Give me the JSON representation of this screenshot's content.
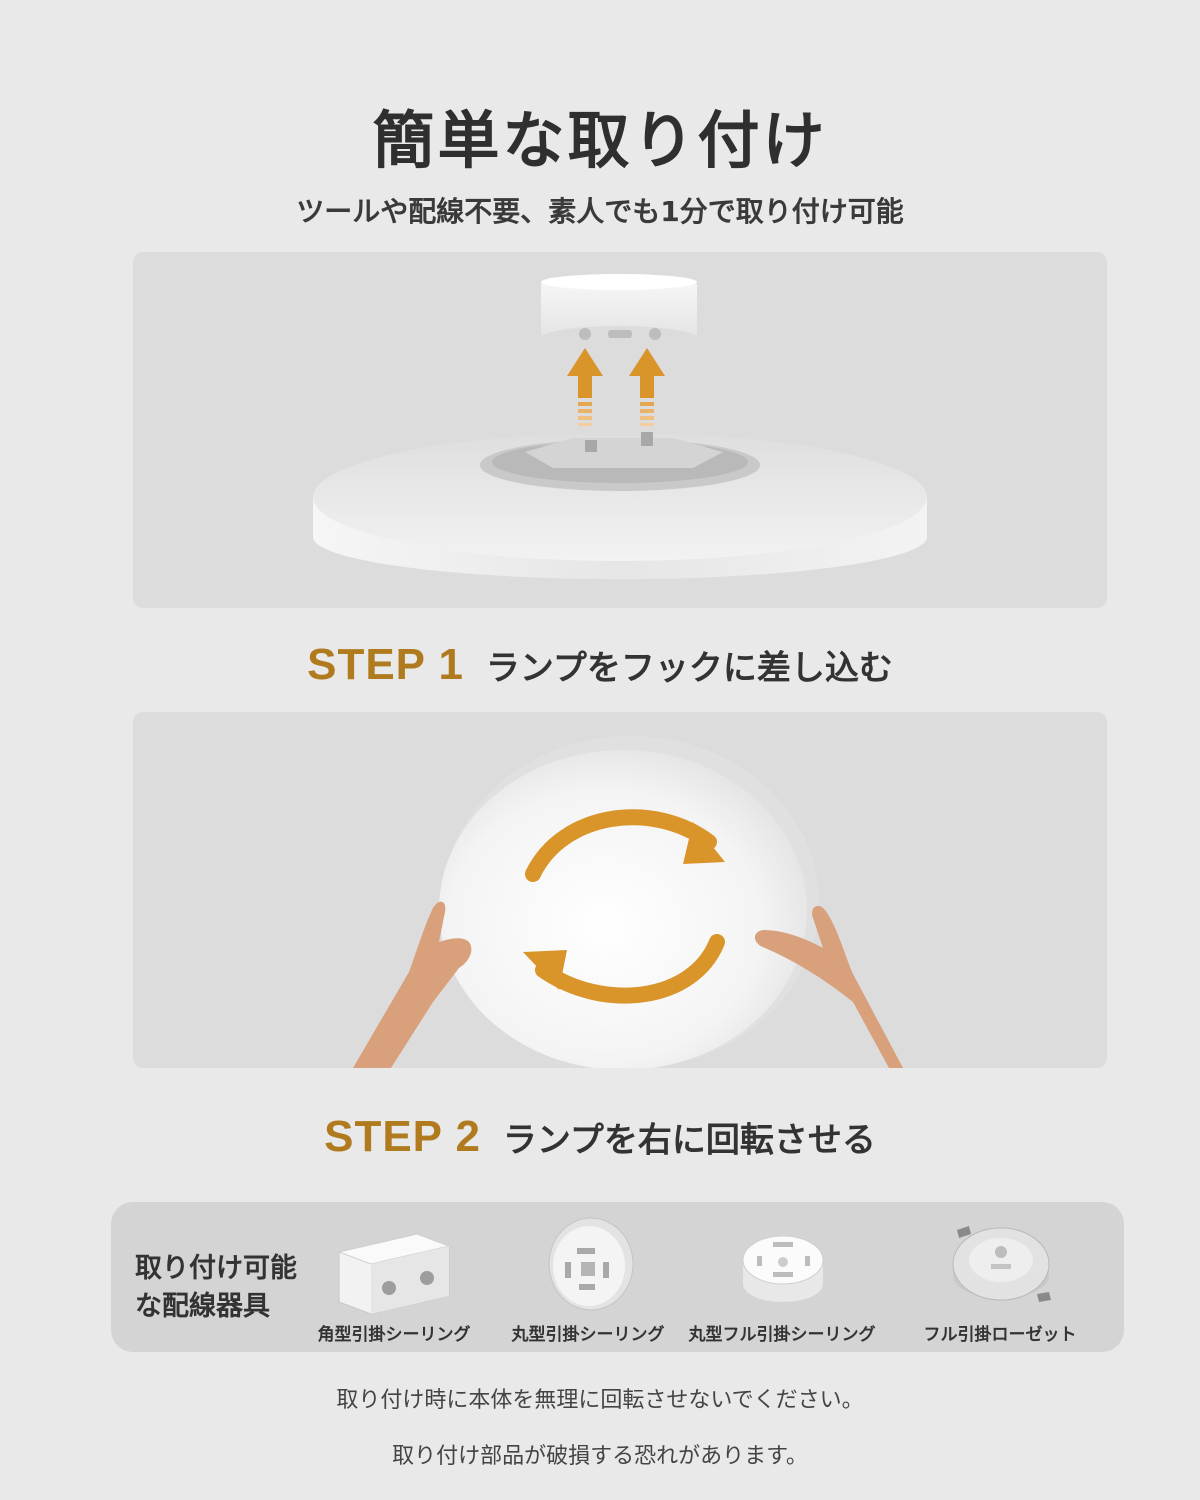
{
  "header": {
    "title": "簡単な取り付け",
    "subtitle": "ツールや配線不要、素人でも1分で取り付け可能"
  },
  "steps": [
    {
      "label": "STEP 1",
      "text": "ランプをフックに差し込む"
    },
    {
      "label": "STEP 2",
      "text": "ランプを右に回転させる"
    }
  ],
  "fixtures": {
    "heading_line1": "取り付け可能",
    "heading_line2": "な配線器具",
    "items": [
      {
        "label": "角型引掛シーリング",
        "icon": "square-ceiling-hook-icon"
      },
      {
        "label": "丸型引掛シーリング",
        "icon": "round-ceiling-hook-icon"
      },
      {
        "label": "丸型フル引掛シーリング",
        "icon": "round-full-ceiling-hook-icon"
      },
      {
        "label": "フル引掛ローゼット",
        "icon": "full-hook-rosette-icon"
      }
    ]
  },
  "notes": [
    "取り付け時に本体を無理に回転させないでください。",
    "取り付け部品が破損する恐れがあります。"
  ],
  "colors": {
    "accent": "#b07b1e",
    "arrow": "#d9952a",
    "background": "#e9e9e9",
    "panel": "#dcdcdc"
  }
}
